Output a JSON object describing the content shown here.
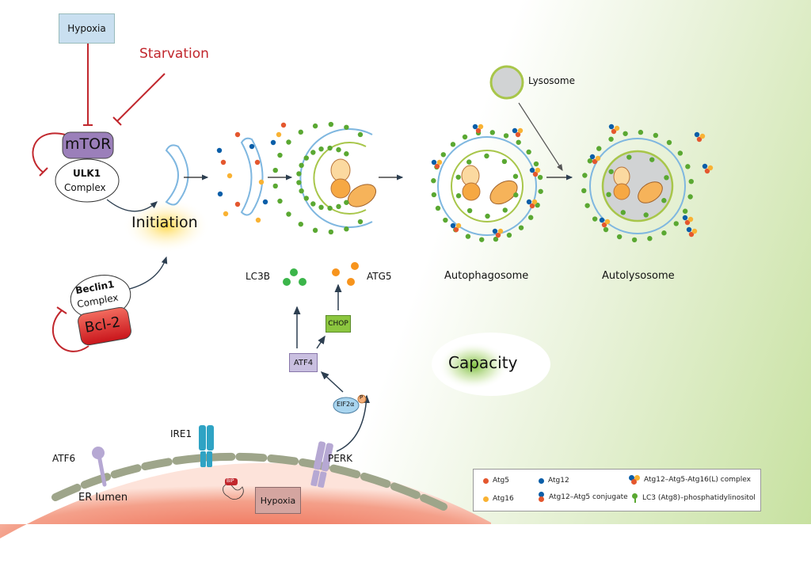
{
  "title": "Autophagy pathway: initiation, autophagosome formation and ER stress capacity",
  "colors": {
    "inhibition": "#c1272d",
    "atg5": "#e4572e",
    "atg12": "#0a5ea8",
    "atg16": "#f9b233",
    "lc3": "#5aa832",
    "membrane": "#7fb7e0",
    "inner_membrane": "#a8c64a",
    "lysosome_fill": "#d1d3d4",
    "er_lumen": "#f08468",
    "mtor": "#9b7fba",
    "bcl2": "#d7261e",
    "chop": "#8cc63f",
    "atf4": "#c9bfe0",
    "capacity_glow": "#8cc63f"
  },
  "upstream": {
    "hypoxia_label": "Hypoxia",
    "starvation_label": "Starvation",
    "mtor_label": "mTOR",
    "ulk1_label": "ULK1",
    "ulk1_complex_label": "Complex",
    "initiation_label": "Initiation",
    "beclin1_label": "Beclin1",
    "beclin1_complex_label": "Complex",
    "bcl2_label": "Bcl-2"
  },
  "stages": {
    "lysosome_label": "Lysosome",
    "autophagosome_label": "Autophagosome",
    "autolysosome_label": "Autolysosome"
  },
  "upr": {
    "lc3b_label": "LC3B",
    "atg5_label": "ATG5",
    "chop_label": "CHOP",
    "atf4_label": "ATF4",
    "eif2a_label": "EIF2α",
    "phospho_label": "P",
    "capacity_label": "Capacity",
    "ire1_label": "IRE1",
    "atf6_label": "ATF6",
    "perk_label": "PERK",
    "er_lumen_label": "ER lumen",
    "bip_label": "BIP",
    "er_hypoxia_label": "Hypoxia"
  },
  "legend": {
    "items": [
      {
        "label": "Atg5",
        "icon": "atg5-dot-icon"
      },
      {
        "label": "Atg12",
        "icon": "atg12-dot-icon"
      },
      {
        "label": "Atg12–Atg5-Atg16(L) complex",
        "icon": "atg12-atg5-atg16-complex-icon"
      },
      {
        "label": "Atg16",
        "icon": "atg16-dot-icon"
      },
      {
        "label": "Atg12–Atg5 conjugate",
        "icon": "atg12-atg5-conjugate-icon"
      },
      {
        "label": "LC3 (Atg8)–phosphatidylinositol",
        "icon": "lc3-pin-icon"
      }
    ]
  }
}
